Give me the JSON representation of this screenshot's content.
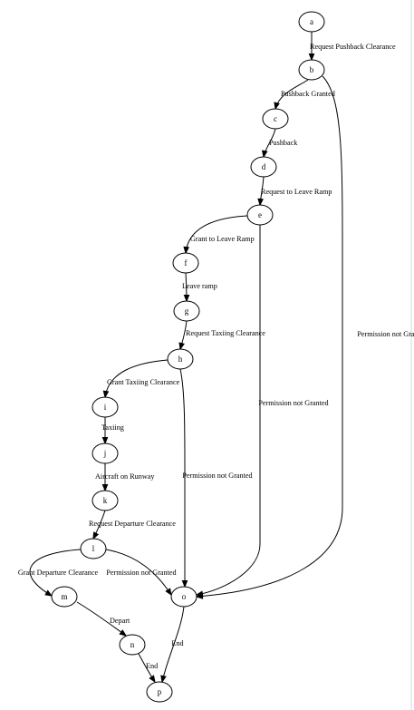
{
  "nodes": [
    {
      "id": "a",
      "label": "a"
    },
    {
      "id": "b",
      "label": "b"
    },
    {
      "id": "c",
      "label": "c"
    },
    {
      "id": "d",
      "label": "d"
    },
    {
      "id": "e",
      "label": "e"
    },
    {
      "id": "f",
      "label": "f"
    },
    {
      "id": "g",
      "label": "g"
    },
    {
      "id": "h",
      "label": "h"
    },
    {
      "id": "i",
      "label": "i"
    },
    {
      "id": "j",
      "label": "j"
    },
    {
      "id": "k",
      "label": "k"
    },
    {
      "id": "l",
      "label": "l"
    },
    {
      "id": "m",
      "label": "m"
    },
    {
      "id": "n",
      "label": "n"
    },
    {
      "id": "o",
      "label": "o"
    },
    {
      "id": "p",
      "label": "p"
    }
  ],
  "edges": [
    {
      "id": "a-b",
      "from": "a",
      "to": "b",
      "label": "Request Pushback Clearance"
    },
    {
      "id": "b-c",
      "from": "b",
      "to": "c",
      "label": "Pushback Granted"
    },
    {
      "id": "b-o",
      "from": "b",
      "to": "o",
      "label": "Permission not Granted"
    },
    {
      "id": "c-d",
      "from": "c",
      "to": "d",
      "label": "Pushback"
    },
    {
      "id": "d-e",
      "from": "d",
      "to": "e",
      "label": "Request to Leave Ramp"
    },
    {
      "id": "e-f",
      "from": "e",
      "to": "f",
      "label": "Grant to Leave Ramp"
    },
    {
      "id": "e-o",
      "from": "e",
      "to": "o",
      "label": "Permission not Granted"
    },
    {
      "id": "f-g",
      "from": "f",
      "to": "g",
      "label": "Leave ramp"
    },
    {
      "id": "g-h",
      "from": "g",
      "to": "h",
      "label": "Request Taxiing Clearance"
    },
    {
      "id": "h-i",
      "from": "h",
      "to": "i",
      "label": "Grant Taxiing Clearance"
    },
    {
      "id": "h-o",
      "from": "h",
      "to": "o",
      "label": "Permission not Granted"
    },
    {
      "id": "i-j",
      "from": "i",
      "to": "j",
      "label": "Taxiing"
    },
    {
      "id": "j-k",
      "from": "j",
      "to": "k",
      "label": "Aircraft on Runway"
    },
    {
      "id": "k-l",
      "from": "k",
      "to": "l",
      "label": "Request Departure Clearance"
    },
    {
      "id": "l-m",
      "from": "l",
      "to": "m",
      "label": "Grant Departure Clearance"
    },
    {
      "id": "l-o",
      "from": "l",
      "to": "o",
      "label": "Permission not Granted"
    },
    {
      "id": "m-n",
      "from": "m",
      "to": "n",
      "label": "Depart"
    },
    {
      "id": "n-p",
      "from": "n",
      "to": "p",
      "label": "End"
    },
    {
      "id": "o-p",
      "from": "o",
      "to": "p",
      "label": "End"
    }
  ]
}
